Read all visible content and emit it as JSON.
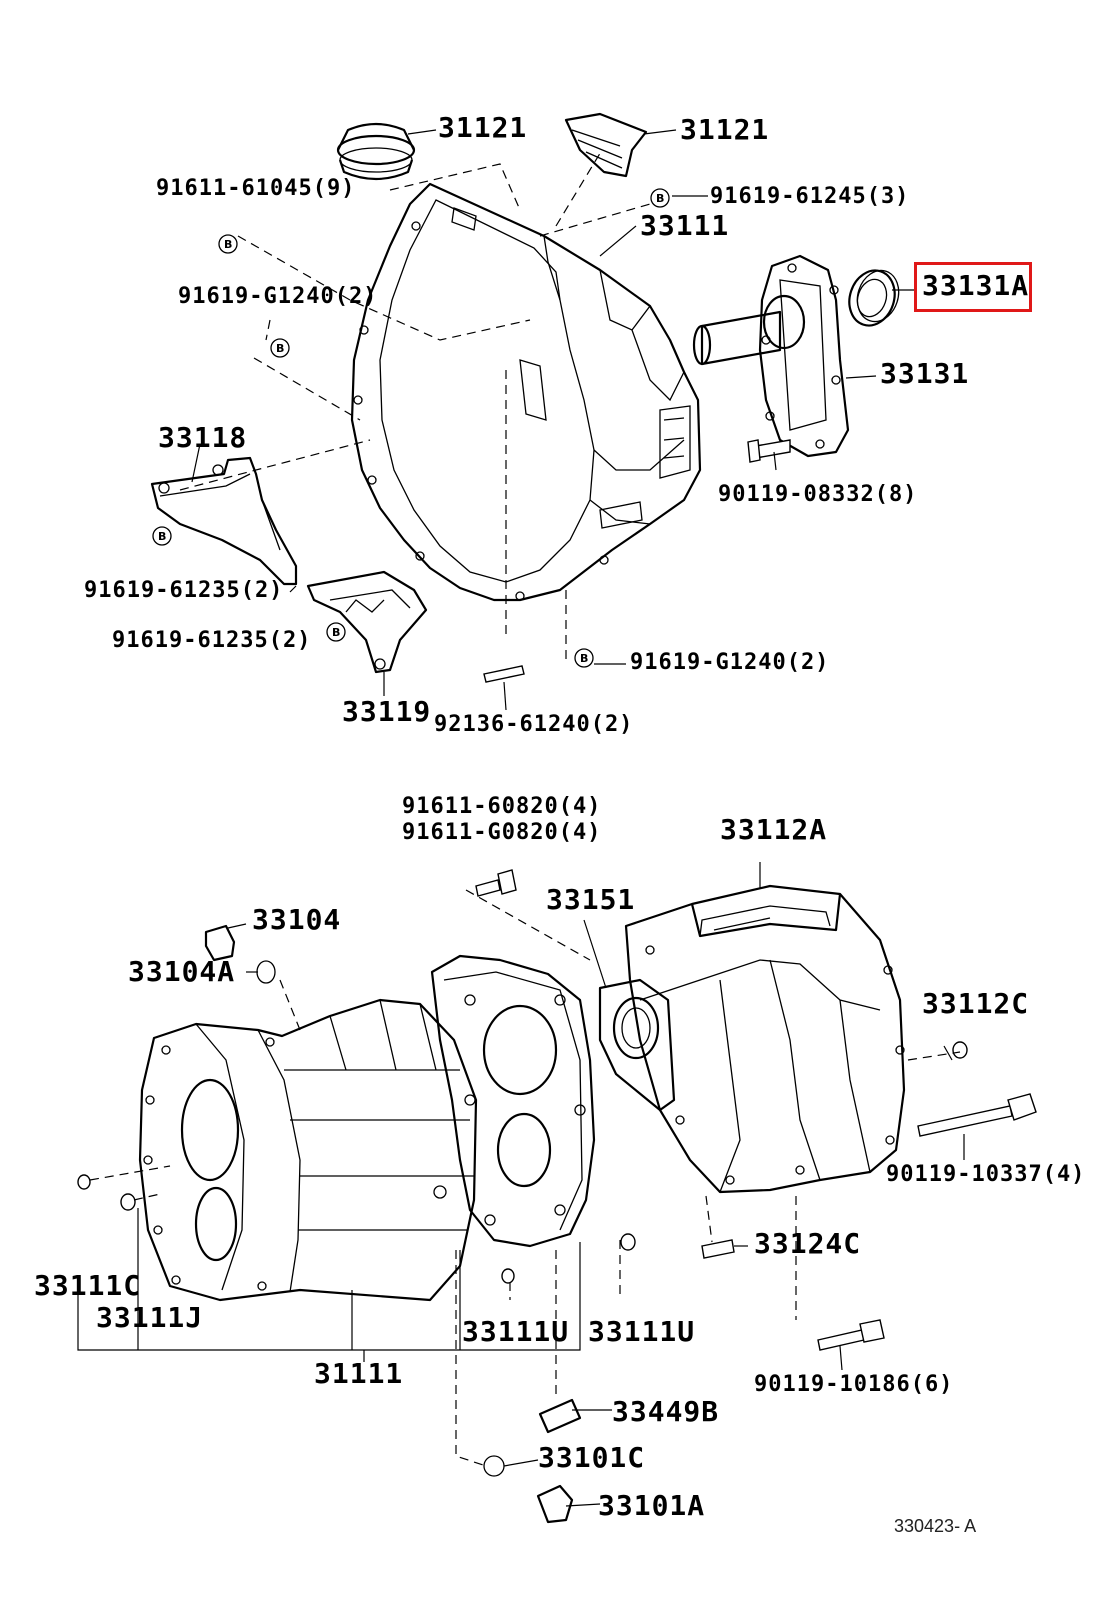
{
  "diagram": {
    "bolt_marker": "B",
    "highlight_color": "#e01818",
    "callouts_top": [
      "31121",
      "31121",
      "91611-61045(9)",
      "91619-61245(3)",
      "33111",
      "33131A",
      "91619-G1240(2)",
      "33131",
      "33118",
      "90119-08332(8)",
      "91619-61235(2)",
      "91619-61235(2)",
      "91619-G1240(2)",
      "33119",
      "92136-61240(2)"
    ],
    "callouts_bottom": [
      "91611-60820(4)",
      "91611-G0820(4)",
      "33112A",
      "33151",
      "33104",
      "33104A",
      "33112C",
      "90119-10337(4)",
      "33124C",
      "33111C",
      "33111J",
      "33111U",
      "33111U",
      "31111",
      "90119-10186(6)",
      "33449B",
      "33101C",
      "33101A"
    ],
    "figure_code": "330423- A"
  }
}
